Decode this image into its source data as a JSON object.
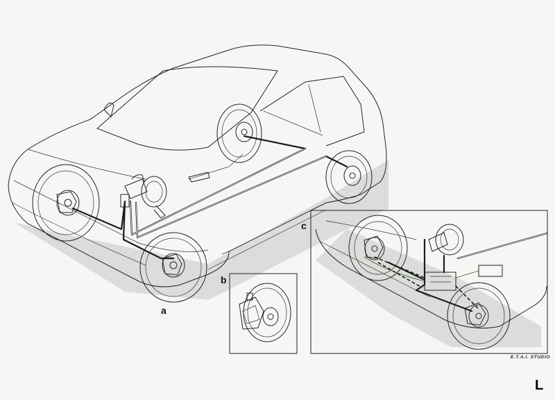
{
  "labels": {
    "a": "a",
    "b": "b",
    "c": "c"
  },
  "credit": "E.T.A.I. STUDIO",
  "corner_mark": "L",
  "colors": {
    "paper": "#f6f6f4",
    "line": "#1c1c1c",
    "accent": "#2e6b2e"
  }
}
